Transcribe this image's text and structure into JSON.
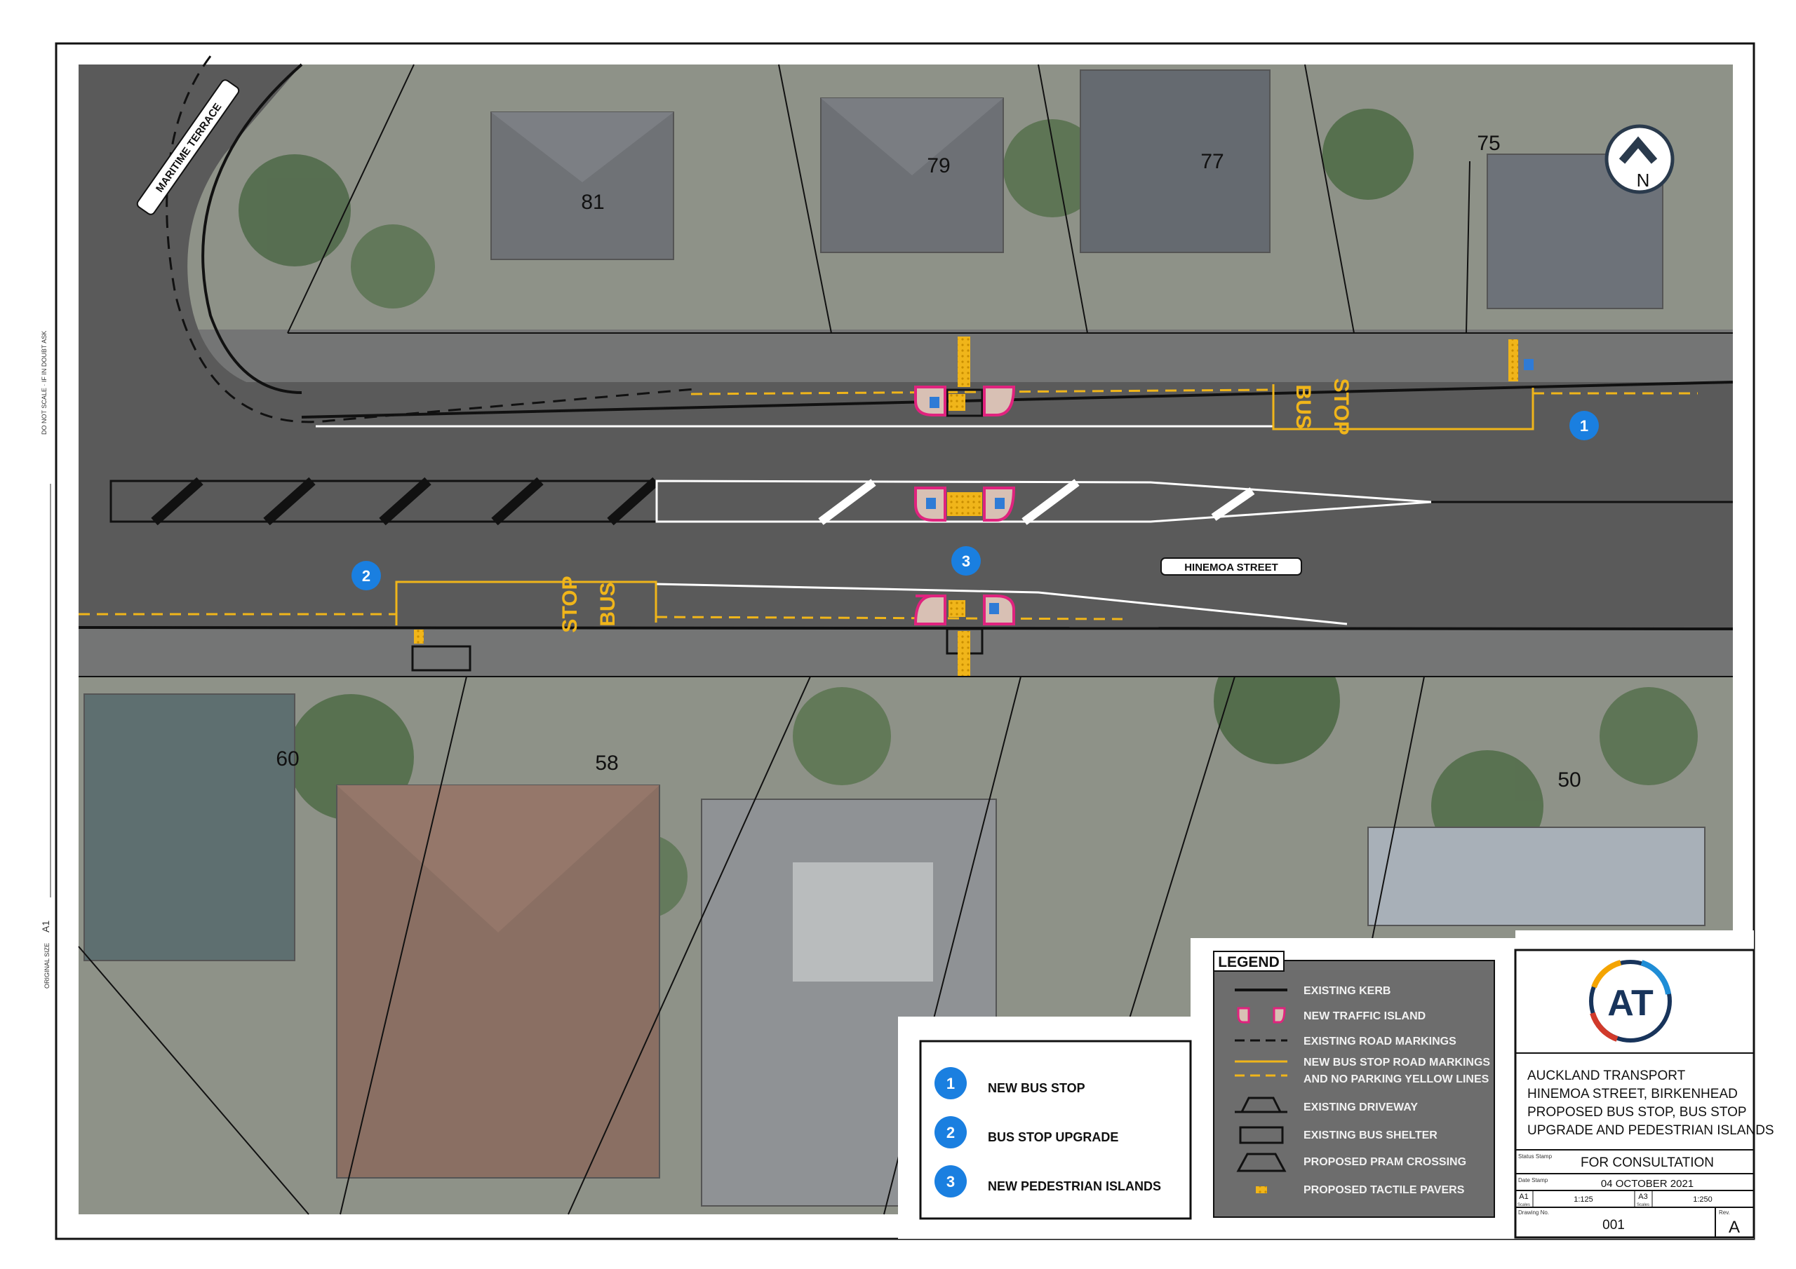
{
  "drawing": {
    "north_label": "N",
    "streets": {
      "maritime": "MARITIME TERRACE",
      "hinemoa": "HINEMOA STREET"
    },
    "lots": {
      "lot_81": "81",
      "lot_79": "79",
      "lot_77": "77",
      "lot_75": "75",
      "lot_60": "60",
      "lot_58": "58",
      "lot_50": "50"
    },
    "road_marking": {
      "bus": "BUS",
      "stop": "STOP"
    },
    "markers": {
      "m1": "1",
      "m2": "2",
      "m3": "3"
    }
  },
  "key": {
    "items": [
      {
        "number": "1",
        "label": "NEW BUS STOP"
      },
      {
        "number": "2",
        "label": "BUS STOP UPGRADE"
      },
      {
        "number": "3",
        "label": "NEW PEDESTRIAN ISLANDS"
      }
    ]
  },
  "legend": {
    "title": "LEGEND",
    "items": [
      "EXISTING KERB",
      "NEW TRAFFIC ISLAND",
      "EXISTING ROAD MARKINGS",
      "NEW BUS STOP ROAD MARKINGS",
      "AND NO PARKING YELLOW LINES",
      "EXISTING DRIVEWAY",
      "EXISTING BUS SHELTER",
      "PROPOSED PRAM CROSSING",
      "PROPOSED TACTILE PAVERS"
    ]
  },
  "title_block": {
    "logo_text": "AT",
    "title_lines": [
      "AUCKLAND TRANSPORT",
      "HINEMOA STREET, BIRKENHEAD",
      "PROPOSED BUS STOP, BUS STOP",
      "UPGRADE AND PEDESTRIAN ISLANDS"
    ],
    "status": "FOR CONSULTATION",
    "date": "04 OCTOBER 2021",
    "sheet_a1": "A1",
    "scale_a1": "1:125",
    "sheet_a3": "A3",
    "scale_a3": "1:250",
    "drawing_no": "001",
    "revision": "A",
    "label_status": "Status Stamp",
    "label_date": "Date Stamp",
    "label_scale": "Scales",
    "label_dwg": "Drawing No.",
    "label_rev": "Rev."
  },
  "margin": {
    "scale_note": "DO NOT SCALE · IF IN DOUBT ASK",
    "original_size": "ORIGINAL SIZE",
    "size_code": "A1"
  },
  "colors": {
    "road": "#5a5a5a",
    "aerial": "#8e9288",
    "yellow": "#f0b51a",
    "island_fill": "#d8c0b4",
    "island_stroke": "#e0237e",
    "marker_blue": "#1a7fe0",
    "legend_bg": "#6d6d6d"
  }
}
